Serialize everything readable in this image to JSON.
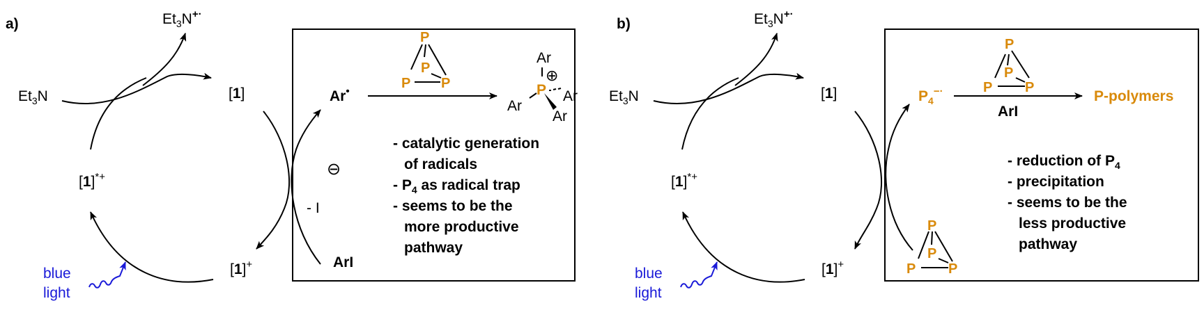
{
  "colors": {
    "phosphorus": "#d98a0b",
    "light": "#1a1ad8",
    "ink": "#000000"
  },
  "panel_a": {
    "label": "a)",
    "et3n": "Et",
    "et3n_sub": "3",
    "et3n_n": "N",
    "et3n_rad": "Et",
    "et3n_rad_sub": "3",
    "et3n_rad_n": "N",
    "et3n_rad_sup": "+·",
    "cat": "[1]",
    "cat_excited": "[1]",
    "cat_excited_sup": "*+",
    "cat_ox": "[1]",
    "cat_ox_sup": "+",
    "light_line1": "blue",
    "light_line2": "light",
    "minus_iodide": "- I",
    "iodide_charge": "⊖",
    "aryl_radical": "Ar",
    "aryl_iodide": "ArI",
    "p4_atom": "P",
    "product_ar": "Ar",
    "product_p": "P",
    "product_charge": "⊕",
    "notes": [
      "- catalytic generation",
      "of radicals",
      "- P",
      "4",
      " as radical trap",
      "- seems to be the",
      "more productive",
      "pathway"
    ]
  },
  "panel_b": {
    "label": "b)",
    "et3n": "Et",
    "et3n_sub": "3",
    "et3n_n": "N",
    "et3n_rad": "Et",
    "et3n_rad_sub": "3",
    "et3n_rad_n": "N",
    "et3n_rad_sup": "+·",
    "cat": "[1]",
    "cat_excited": "[1]",
    "cat_excited_sup": "*+",
    "cat_ox": "[1]",
    "cat_ox_sup": "+",
    "light_line1": "blue",
    "light_line2": "light",
    "p4_anion": "P",
    "p4_anion_sub": "4",
    "p4_anion_sup": "−·",
    "reagent": "ArI",
    "product": "P-polymers",
    "p4_atom": "P",
    "notes": [
      "- reduction of P",
      "4",
      "- precipitation",
      "- seems to be the",
      "less productive",
      "pathway"
    ]
  }
}
